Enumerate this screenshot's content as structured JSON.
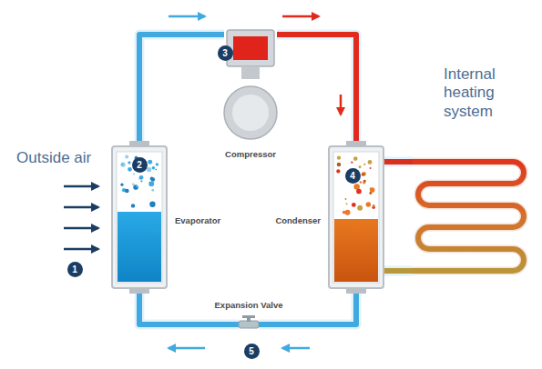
{
  "diagram": {
    "nodes": [
      {
        "text": [
          "Evaporator"
        ]
      },
      {
        "text": [
          "Compressor"
        ]
      },
      {
        "text": [
          "Condenser"
        ]
      },
      {
        "text": [
          "Expansion Valve"
        ]
      },
      {
        "text": [
          "Internal heating system"
        ]
      }
    ],
    "edges": [
      {
        "from": 0,
        "to": 1,
        "arrow": "to"
      },
      {
        "from": 1,
        "to": 2,
        "arrow": "to"
      },
      {
        "from": 2,
        "to": 3,
        "arrow": "to"
      },
      {
        "from": 3,
        "to": 0,
        "arrow": "to"
      },
      {
        "from": 2,
        "to": 4,
        "arrow": "none"
      },
      {
        "from": 4,
        "to": 2,
        "arrow": "none"
      }
    ],
    "labels": [
      "Outside air",
      "1",
      "2",
      "3",
      "4",
      "5"
    ]
  }
}
